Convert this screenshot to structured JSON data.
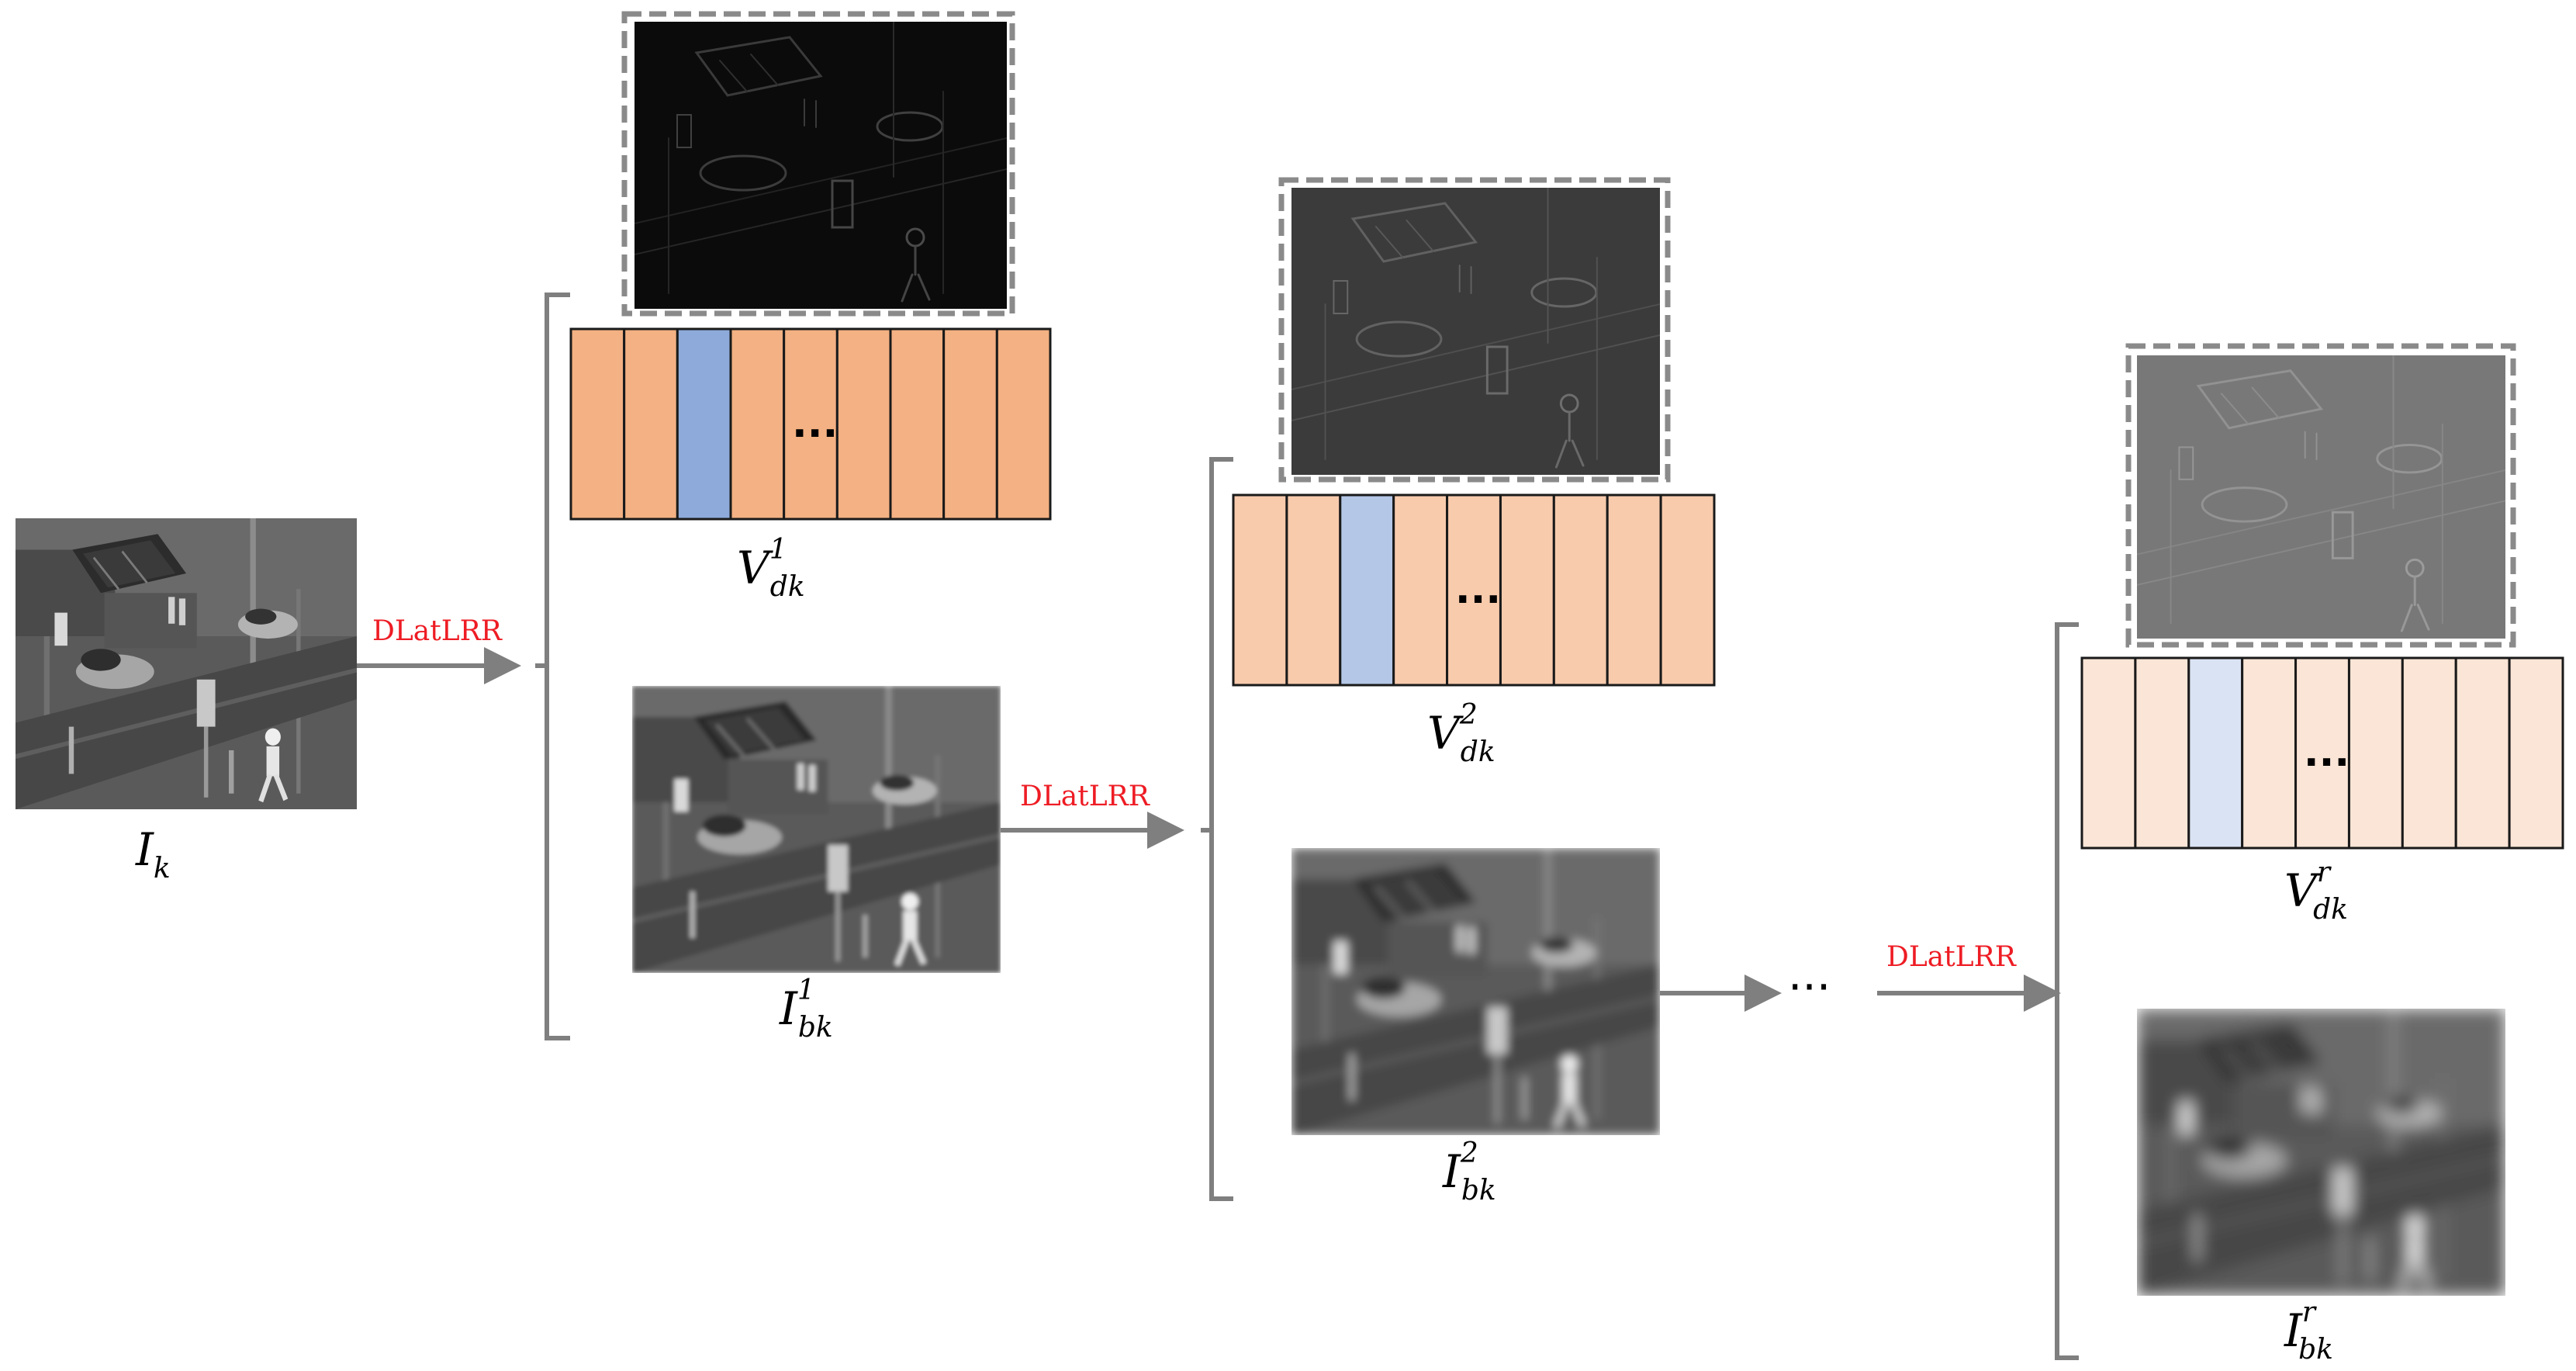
{
  "operator_label": "DLatLRR",
  "ellipsis": "···",
  "vector_ellipsis": "···",
  "colors": {
    "arrow": "#7f7f7f",
    "operator": "#ee1c24",
    "dashed_border": "#8a8a8a",
    "vector_stroke": "#1a1a1a"
  },
  "images": {
    "input": {
      "symbol": "I",
      "sub": "k",
      "sup": "",
      "kind": "thermal-sharp"
    },
    "base1": {
      "symbol": "I",
      "sub": "bk",
      "sup": "1",
      "kind": "thermal-blur-1"
    },
    "base2": {
      "symbol": "I",
      "sub": "bk",
      "sup": "2",
      "kind": "thermal-blur-2"
    },
    "baseR": {
      "symbol": "I",
      "sub": "bk",
      "sup": "r",
      "kind": "thermal-blur-3"
    },
    "detail1": {
      "kind": "detail-dark-1"
    },
    "detail2": {
      "kind": "detail-dark-2"
    },
    "detailR": {
      "kind": "detail-dark-3"
    }
  },
  "vectors": {
    "v1": {
      "symbol": "V",
      "sub": "dk",
      "sup": "1",
      "fill": "#f4b183",
      "highlight": "#8eaadb",
      "columns": 9,
      "highlight_index": 2
    },
    "v2": {
      "symbol": "V",
      "sub": "dk",
      "sup": "2",
      "fill": "#f8cbad",
      "highlight": "#b4c7e7",
      "columns": 9,
      "highlight_index": 2
    },
    "vR": {
      "symbol": "V",
      "sub": "dk",
      "sup": "r",
      "fill": "#fbe5d6",
      "highlight": "#dae3f3",
      "columns": 9,
      "highlight_index": 2
    }
  }
}
